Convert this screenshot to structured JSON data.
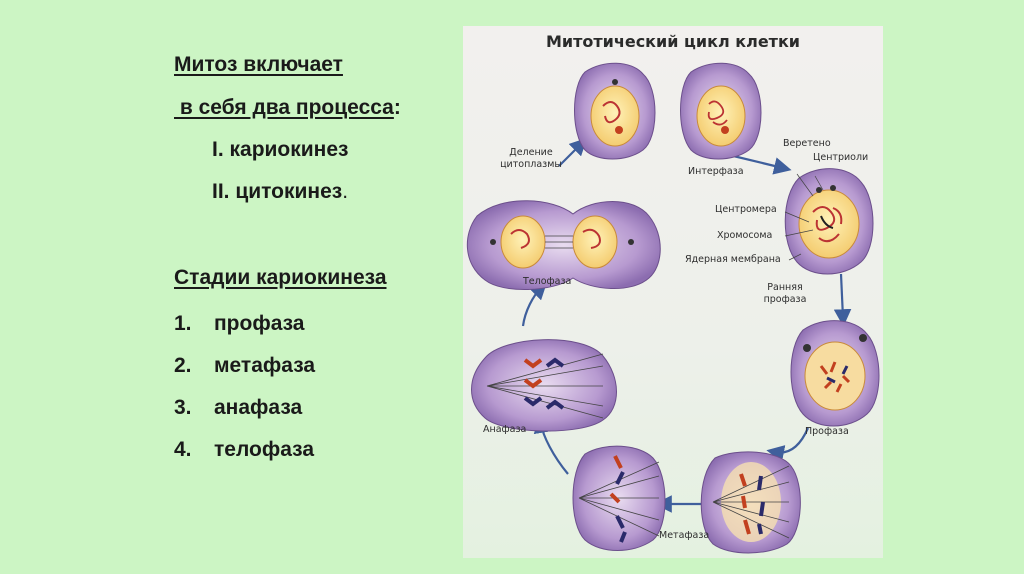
{
  "left": {
    "heading_line1": "Митоз включает",
    "heading_line2": " в себя два процесса",
    "heading_line2_colon": ":",
    "item1": "I. кариокинез",
    "item2": "II. цитокинез",
    "item2_dot": ".",
    "stages_heading": "Стадии кариокинеза",
    "stages": [
      {
        "num": "1.",
        "name": "профаза"
      },
      {
        "num": "2.",
        "name": "метафаза"
      },
      {
        "num": "3.",
        "name": "анафаза"
      },
      {
        "num": "4.",
        "name": "телофаза"
      }
    ]
  },
  "figure": {
    "title": "Митотический цикл клетки",
    "labels": {
      "division": "Деление\nцитоплазмы",
      "interphase": "Интерфаза",
      "spindle": "Веретено",
      "centrioles": "Центриоли",
      "centromere": "Центромера",
      "chromosome": "Хромосома",
      "nuclear_membrane": "Ядерная мембрана",
      "telophase": "Телофаза",
      "early_prophase": "Ранняя\nпрофаза",
      "prophase": "Профаза",
      "anaphase": "Анафаза",
      "metaphase": "Метафаза"
    }
  }
}
